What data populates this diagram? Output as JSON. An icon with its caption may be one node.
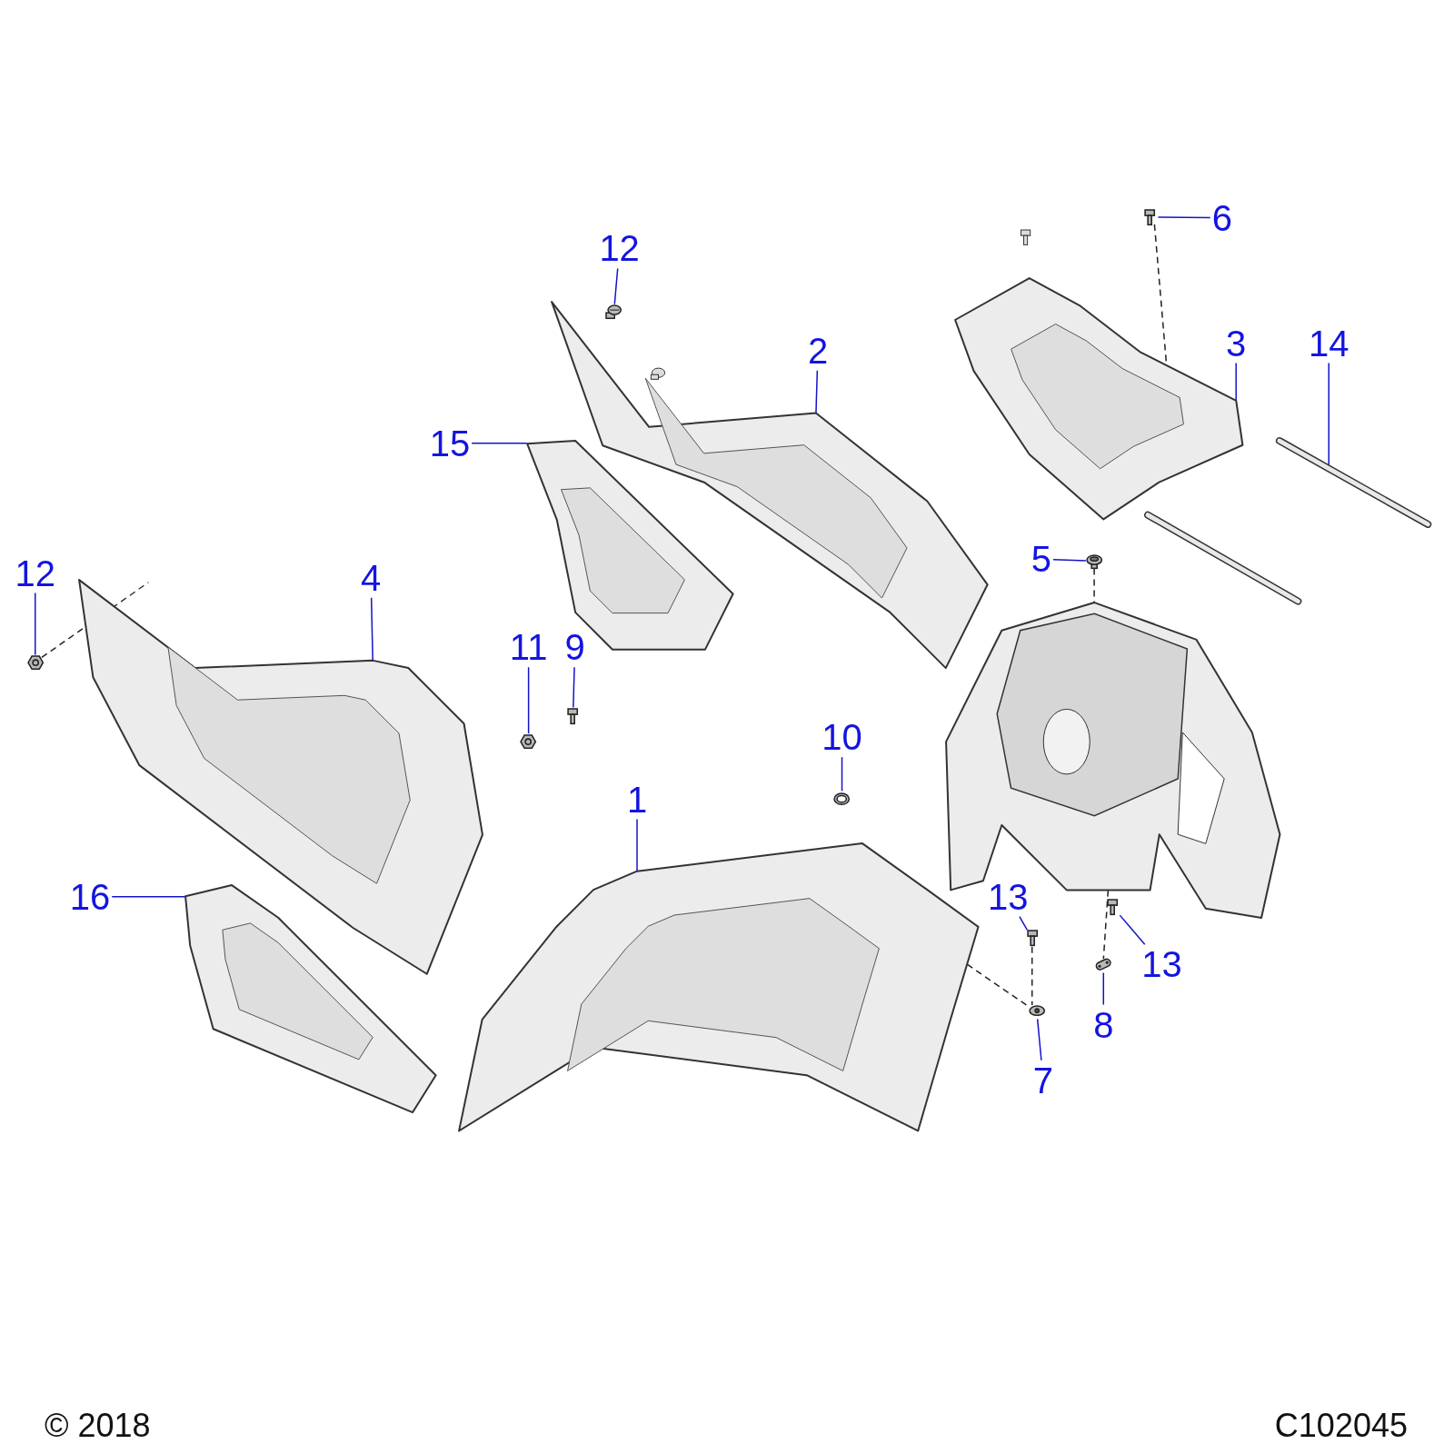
{
  "diagram": {
    "nodes": [
      {
        "text": [
          "12"
        ]
      },
      {
        "text": [
          "6"
        ]
      },
      {
        "text": [
          "2"
        ]
      },
      {
        "text": [
          "3"
        ]
      },
      {
        "text": [
          "14"
        ]
      },
      {
        "text": [
          "15"
        ]
      },
      {
        "text": [
          "5"
        ]
      },
      {
        "text": [
          "12"
        ]
      },
      {
        "text": [
          "4"
        ]
      },
      {
        "text": [
          "11"
        ]
      },
      {
        "text": [
          "9"
        ]
      },
      {
        "text": [
          "10"
        ]
      },
      {
        "text": [
          "1"
        ]
      },
      {
        "text": [
          "16"
        ]
      },
      {
        "text": [
          "13"
        ]
      },
      {
        "text": [
          "13"
        ]
      },
      {
        "text": [
          "8"
        ]
      },
      {
        "text": [
          "7"
        ]
      },
      {
        "text": [],
        "shape": "picture"
      },
      {
        "text": [],
        "shape": "picture"
      },
      {
        "text": [],
        "shape": "picture"
      },
      {
        "text": [],
        "shape": "picture"
      },
      {
        "text": [],
        "shape": "picture"
      },
      {
        "text": [],
        "shape": "picture"
      },
      {
        "text": [],
        "shape": "picture"
      },
      {
        "text": [],
        "shape": "picture"
      },
      {
        "text": [],
        "shape": "picture"
      },
      {
        "text": [],
        "shape": "picture"
      },
      {
        "text": [],
        "shape": "picture"
      },
      {
        "text": [],
        "shape": "picture"
      },
      {
        "text": [],
        "shape": "picture"
      },
      {
        "text": [],
        "shape": "picture"
      },
      {
        "text": [],
        "shape": "picture"
      },
      {
        "text": [],
        "shape": "picture"
      },
      {
        "text": [],
        "shape": "picture"
      },
      {
        "text": [],
        "shape": "picture"
      },
      {
        "text": [],
        "shape": "picture"
      }
    ],
    "edges": [
      {
        "from": 0,
        "to": 18,
        "arrow": "none"
      },
      {
        "from": 1,
        "to": 19,
        "arrow": "none"
      },
      {
        "from": 2,
        "to": 20,
        "arrow": "none"
      },
      {
        "from": 3,
        "to": 21,
        "arrow": "none"
      },
      {
        "from": 4,
        "to": 22,
        "arrow": "none"
      },
      {
        "from": 5,
        "to": 23,
        "arrow": "none"
      },
      {
        "from": 6,
        "to": 24,
        "arrow": "none"
      },
      {
        "from": 7,
        "to": 25,
        "arrow": "none"
      },
      {
        "from": 8,
        "to": 26,
        "arrow": "none"
      },
      {
        "from": 9,
        "to": 27,
        "arrow": "none"
      },
      {
        "from": 10,
        "to": 28,
        "arrow": "none"
      },
      {
        "from": 11,
        "to": 29,
        "arrow": "none"
      },
      {
        "from": 12,
        "to": 30,
        "arrow": "none"
      },
      {
        "from": 13,
        "to": 31,
        "arrow": "none"
      },
      {
        "from": 14,
        "to": 32,
        "arrow": "none"
      },
      {
        "from": 15,
        "to": 33,
        "arrow": "none"
      },
      {
        "from": 16,
        "to": 34,
        "arrow": "none"
      },
      {
        "from": 17,
        "to": 35,
        "arrow": "none"
      },
      {
        "from": 19,
        "to": 21,
        "arrow": "none",
        "style": "dashed",
        "color": "#222222"
      },
      {
        "from": 24,
        "to": 36,
        "arrow": "none",
        "style": "dashed",
        "color": "#222222"
      },
      {
        "from": 25,
        "to": 26,
        "arrow": "none",
        "style": "dashed",
        "color": "#222222"
      },
      {
        "from": 32,
        "to": 35,
        "arrow": "none",
        "style": "dashed",
        "color": "#222222"
      },
      {
        "from": 30,
        "to": 35,
        "arrow": "none",
        "style": "dashed",
        "color": "#222222"
      },
      {
        "from": 36,
        "to": 34,
        "arrow": "none",
        "style": "dashed",
        "color": "#222222"
      }
    ],
    "labels": [
      "© 2018",
      "C102045"
    ]
  }
}
